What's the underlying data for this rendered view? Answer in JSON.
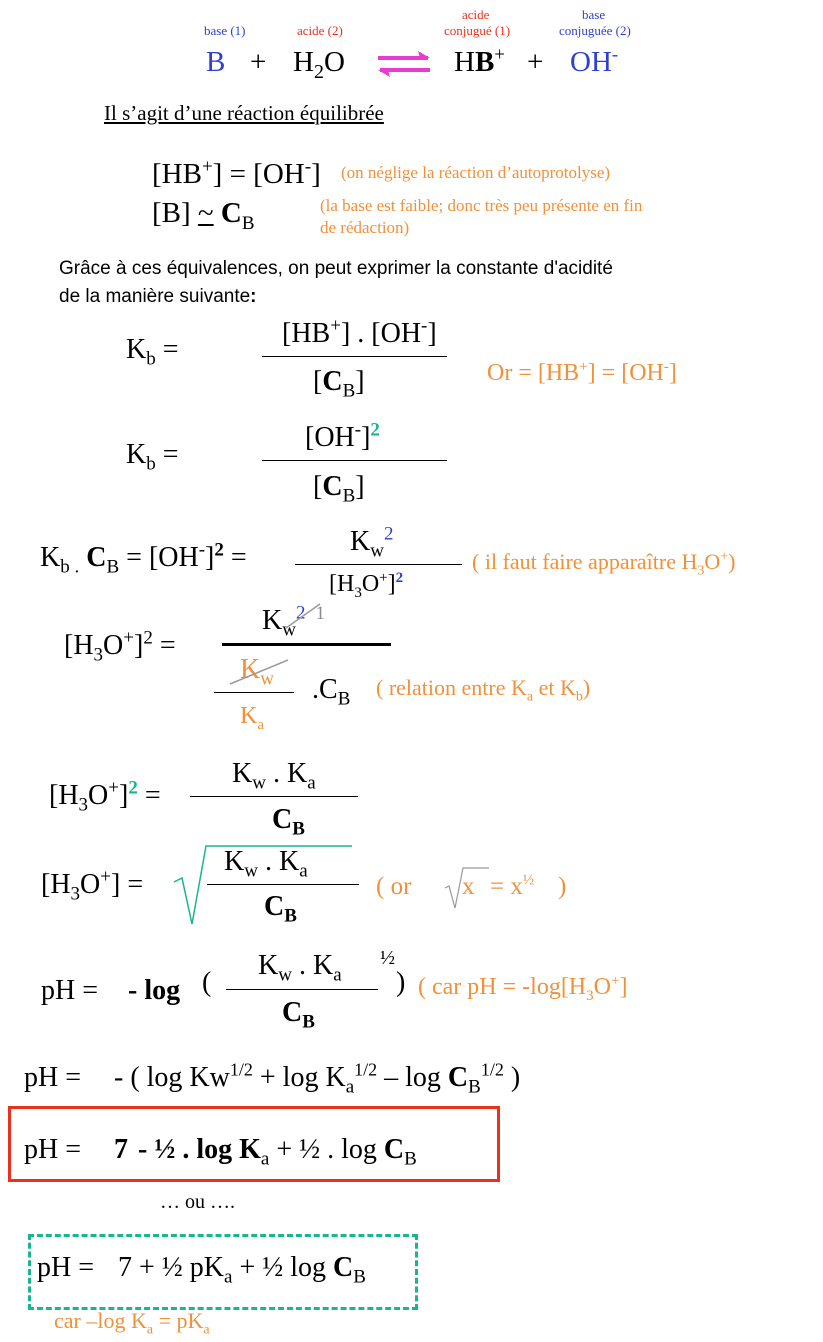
{
  "header": {
    "label_base1": "base (1)",
    "label_acide2": "acide (2)",
    "label_acide_conj_1": "acide",
    "label_acide_conj_2": "conjugué (1)",
    "label_base_conj_1": "base",
    "label_base_conj_2": "conjuguée (2)"
  },
  "reaction": {
    "b": "B",
    "plus1": "+",
    "h": "H",
    "sub2": "2",
    "o": "O",
    "h_b": "H",
    "b2": "B",
    "plus_sup": "+",
    "plus2": "+",
    "oh": "OH",
    "minus_sup": "-"
  },
  "title": "Il s’agit d’une réaction équilibrée",
  "equivalences": {
    "eq1_left": "[HB",
    "eq1_plus": "+",
    "eq1_mid": "] = [OH",
    "eq1_minus": "-",
    "eq1_close": "]",
    "eq1_note": "(on néglige la réaction d’autoprotolyse)",
    "eq2_left": "[B]",
    "eq2_approx": "~",
    "eq2_c": "C",
    "eq2_sub": "B",
    "eq2_note_1": "(la base est faible; donc très peu présente en fin",
    "eq2_note_2": "de rédaction)"
  },
  "intro": {
    "line1": "Grâce à ces équivalences, on peut exprimer la constante d'acidité",
    "line2": "de la manière suivante",
    "colon": ":"
  },
  "f1": {
    "k": "K",
    "sub": "b",
    "eq": "=",
    "num": "[HB",
    "num_sup": "+",
    "num_mid": "] . [OH",
    "num_sup2": "-",
    "num_close": "]",
    "den_o": "[",
    "den_c": "C",
    "den_sub": "B",
    "den_close": "]",
    "or_text": "Or = [HB",
    "or_sup": "+",
    "or_mid": "] = [OH",
    "or_sup2": "-",
    "or_close": "]"
  },
  "f2": {
    "k": "K",
    "sub": "b",
    "eq": "=",
    "num": "[OH",
    "num_sup": "-",
    "num_close": "]",
    "exp": "2",
    "den_o": "[",
    "den_c": "C",
    "den_sub": "B",
    "den_close": "]"
  },
  "f3": {
    "k": "K",
    "sub": "b .",
    "c": "C",
    "csub": "B",
    "mid": " = [OH",
    "sup": "-",
    "close": "]",
    "exp": "2",
    "eq": " =",
    "num": "K",
    "num_sub": "w",
    "num_exp": "2",
    "den": "[H",
    "den_sub": "3",
    "den_o": "O",
    "den_sup": "+",
    "den_close": "]",
    "den_exp": "2",
    "note": "( il faut faire apparaître H",
    "note_sub": "3",
    "note_o": "O",
    "note_sup": "+",
    "note_close": ")"
  },
  "f4": {
    "left": "[H",
    "lsub": "3",
    "lo": "O",
    "lsup": "+",
    "lclose": "]",
    "lexp": "2",
    "eq": " =",
    "num": "K",
    "num_sub": "w",
    "num_exp": "2",
    "num_exp2": "1",
    "kw": "K",
    "kw_sub": "w",
    "ka": "K",
    "ka_sub": "a",
    "dotc": ".C",
    "dotc_sub": "B",
    "note": "( relation entre K",
    "note_sub1": "a",
    "note_mid": " et K",
    "note_sub2": "b",
    "note_close": ")"
  },
  "f5": {
    "left": "[H",
    "lsub": "3",
    "lo": "O",
    "lsup": "+",
    "lclose": "]",
    "lexp": "2",
    "eq": " =",
    "num": "K",
    "num_sub": "w",
    "num_mid": " . K",
    "num_sub2": "a",
    "den_c": "C",
    "den_sub": "B"
  },
  "f6": {
    "left": "[H",
    "lsub": "3",
    "lo": "O",
    "lsup": "+",
    "lclose": "]",
    "eq": " =",
    "num": "K",
    "num_sub": "w",
    "num_mid": " . K",
    "num_sub2": "a",
    "den_c": "C",
    "den_sub": "B",
    "note_open": "( or",
    "note_x": "x",
    "note_eq": "= x",
    "note_exp": "½",
    "note_close": ")"
  },
  "f7": {
    "ph": "pH =",
    "log": "- log",
    "paren_o": "(",
    "num": "K",
    "num_sub": "w",
    "num_mid": " . K",
    "num_sub2": "a",
    "den_c": "C",
    "den_sub": "B",
    "paren_c": ")",
    "exp": "½",
    "note": "( car pH = -log[H",
    "note_sub": "3",
    "note_o": "O",
    "note_sup": "+",
    "note_close": "]"
  },
  "f8": {
    "ph": "pH =",
    "a": "- ( log Kw",
    "a_exp": "1/2",
    "b": " + log K",
    "b_sub": "a",
    "b_exp": "1/2",
    "c": " – log",
    "c_c": "C",
    "c_sub": "B",
    "c_exp": "1/2",
    "close": ")"
  },
  "f9": {
    "ph": "pH =",
    "seven": "7",
    "rest": " - ½ . log K",
    "rest_sub": "a",
    "rest2": " + ½ . log",
    "c": "C",
    "c_sub": "B"
  },
  "ou": "… ou ….",
  "f10": {
    "ph": "pH =",
    "rest": "7 +  ½ pK",
    "rest_sub": "a",
    "rest2": " + ½ log",
    "c": "C",
    "c_sub": "B"
  },
  "footnote": {
    "text": "car –log K",
    "sub": "a",
    "mid": " = pK",
    "sub2": "a"
  },
  "colors": {
    "blue": "#2f3fd1",
    "red": "#e8321e",
    "orange": "#f0913a",
    "teal": "#18b58e",
    "magenta": "#e83ccf"
  }
}
